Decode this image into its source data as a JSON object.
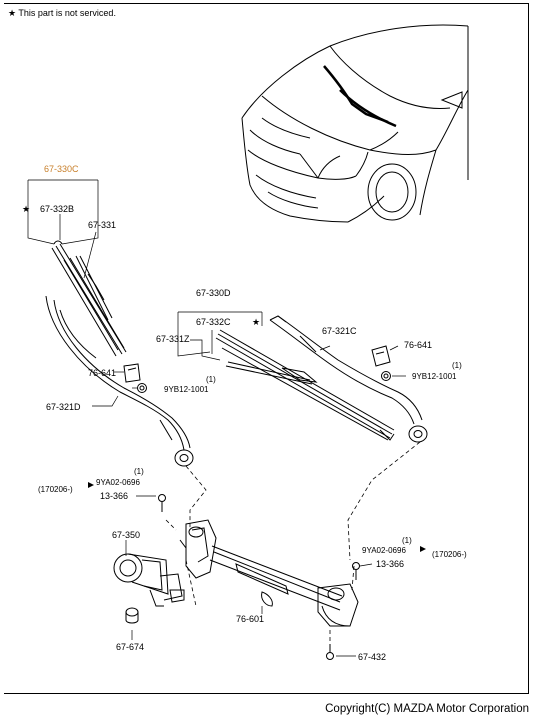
{
  "note": "★ This part is not serviced.",
  "copyright": "Copyright(C) MAZDA Motor Corporation",
  "colors": {
    "highlight": "#c87f2a",
    "line": "#000000"
  },
  "labels": {
    "p67_330C": "67-330C",
    "p67_332B": "67-332B",
    "p67_331": "67-331",
    "p76_641_left": "76-641",
    "p9YB12_left_qty": "(1)",
    "p9YB12_left": "9YB12-1001",
    "p67_321D": "67-321D",
    "p67_330D": "67-330D",
    "p67_332C": "67-332C",
    "p67_331Z": "67-331Z",
    "p67_321C": "67-321C",
    "p76_641_right": "76-641",
    "p9YB12_right_qty": "(1)",
    "p9YB12_right": "9YB12-1001",
    "p9YA02_left_qty": "(1)",
    "p9YA02_left": "9YA02-0696",
    "p170206_left": "(170206-)",
    "p13_366_left": "13-366",
    "p67_350": "67-350",
    "p67_674": "67-674",
    "p76_601": "76-601",
    "p9YA02_right_qty": "(1)",
    "p9YA02_right": "9YA02-0696",
    "p170206_right": "(170206-)",
    "p13_366_right": "13-366",
    "p67_432": "67-432",
    "star_left": "★",
    "star_right": "★"
  }
}
